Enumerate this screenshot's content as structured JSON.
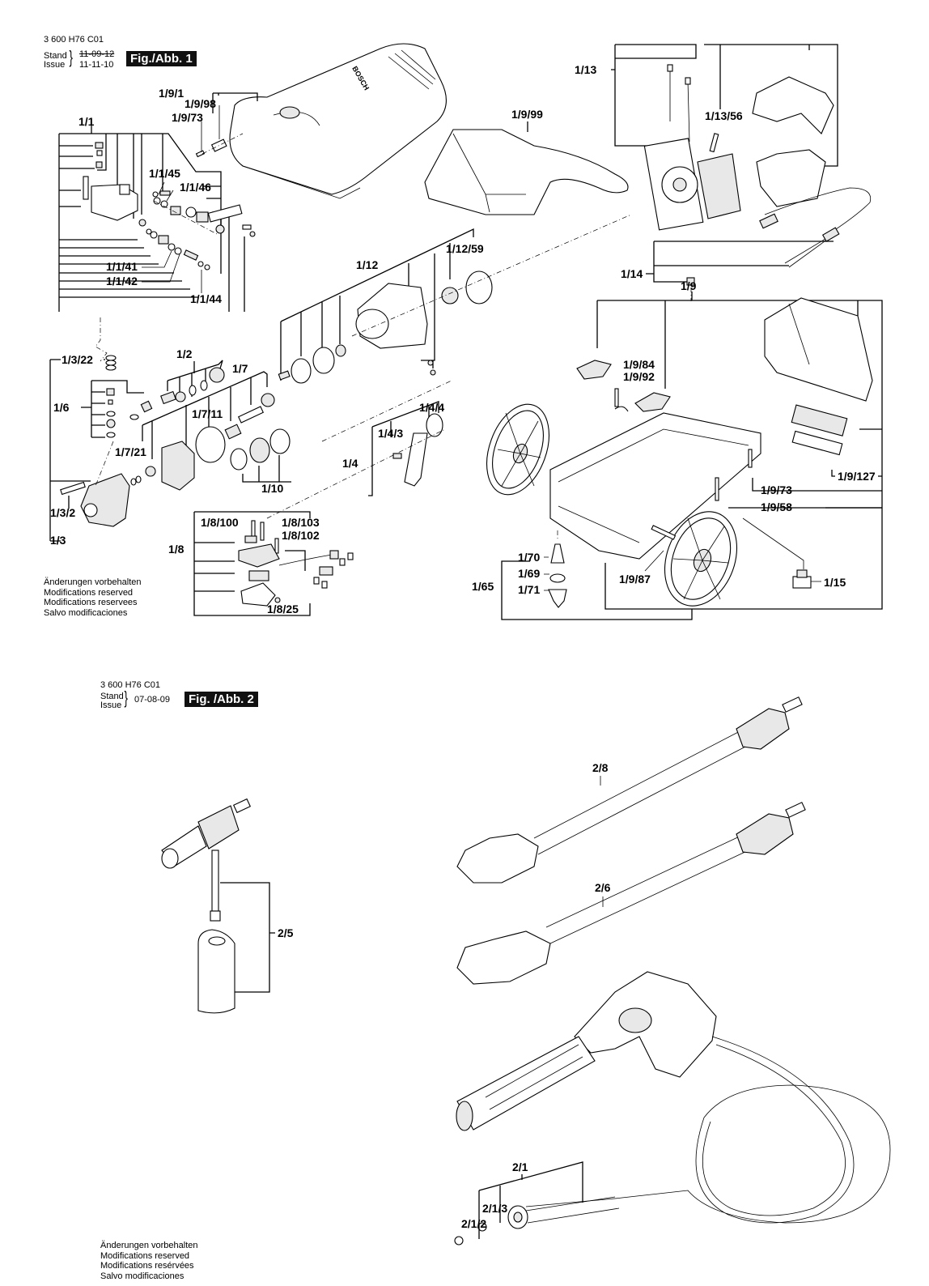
{
  "figure1": {
    "doc_code": "3 600 H76 C01",
    "stand_label": "Stand",
    "issue_label": "Issue",
    "stand_date_struck": "11-09-12",
    "issue_date": "11-11-10",
    "badge": "Fig./Abb. 1",
    "notes": [
      "Änderungen vorbehalten",
      "Modifications reserved",
      "Modifications reservees",
      "Salvo modificaciones"
    ],
    "brand_on_cover": "BOSCH",
    "labels": {
      "l_1_1": "1/1",
      "l_1_1_45": "1/1/45",
      "l_1_1_46": "1/1/46",
      "l_1_1_41": "1/1/41",
      "l_1_1_42": "1/1/42",
      "l_1_1_44": "1/1/44",
      "l_1_9_1": "1/9/1",
      "l_1_9_98": "1/9/98",
      "l_1_9_73a": "1/9/73",
      "l_1_9_99": "1/9/99",
      "l_1_13": "1/13",
      "l_1_13_56": "1/13/56",
      "l_1_14": "1/14",
      "l_1_9": "1/9",
      "l_1_12": "1/12",
      "l_1_12_59": "1/12/59",
      "l_1_3_22": "1/3/22",
      "l_1_6": "1/6",
      "l_1_2": "1/2",
      "l_1_7": "1/7",
      "l_1_7_11": "1/7/11",
      "l_1_7_21": "1/7/21",
      "l_1_10": "1/10",
      "l_1_3_2": "1/3/2",
      "l_1_3": "1/3",
      "l_1_4": "1/4",
      "l_1_4_3": "1/4/3",
      "l_1_4_4": "1/4/4",
      "l_1_9_84": "1/9/84",
      "l_1_9_92": "1/9/92",
      "l_1_9_127": "1/9/127",
      "l_1_9_73b": "1/9/73",
      "l_1_9_58": "1/9/58",
      "l_1_8": "1/8",
      "l_1_8_100": "1/8/100",
      "l_1_8_103": "1/8/103",
      "l_1_8_102": "1/8/102",
      "l_1_8_25": "1/8/25",
      "l_1_70": "1/70",
      "l_1_69": "1/69",
      "l_1_71": "1/71",
      "l_1_65": "1/65",
      "l_1_9_87": "1/9/87",
      "l_1_15": "1/15"
    }
  },
  "figure2": {
    "doc_code": "3 600 H76 C01",
    "stand_label": "Stand",
    "issue_label": "Issue",
    "date": "07-08-09",
    "badge": "Fig. /Abb. 2",
    "notes": [
      "Änderungen vorbehalten",
      "Modifications reserved",
      "Modifications resérvées",
      "Salvo modificaciones"
    ],
    "labels": {
      "l_2_8": "2/8",
      "l_2_6": "2/6",
      "l_2_5": "2/5",
      "l_2_1": "2/1",
      "l_2_1_3": "2/1/3",
      "l_2_1_2": "2/1/2"
    }
  }
}
